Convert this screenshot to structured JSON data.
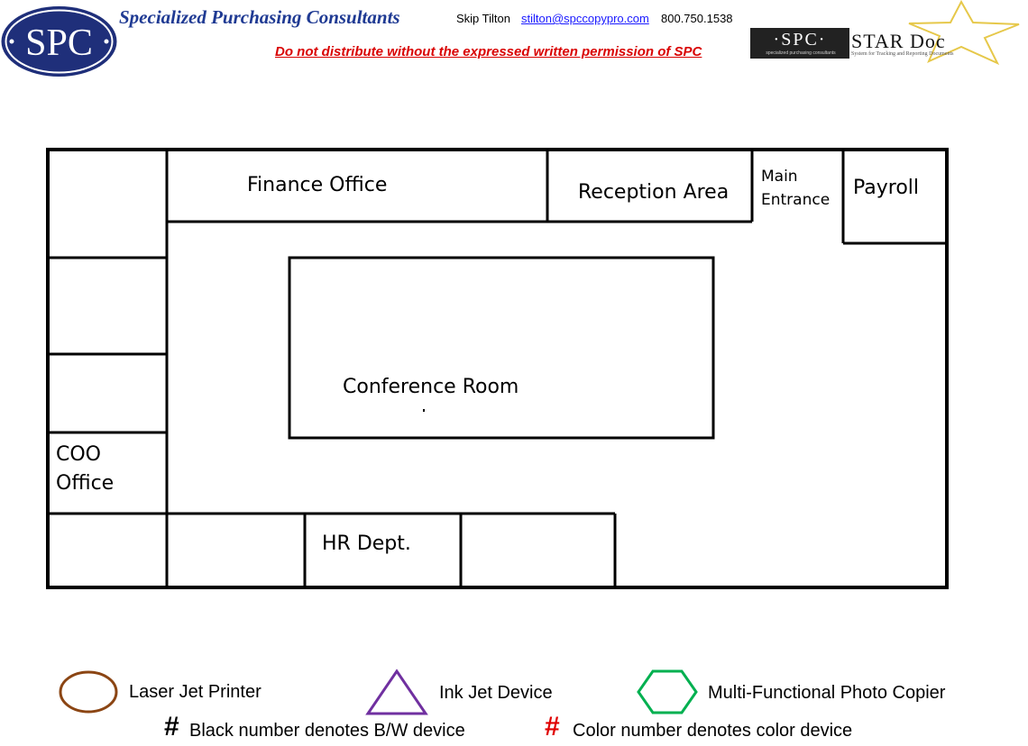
{
  "header": {
    "logo_text": "SPC",
    "company_name": "Specialized Purchasing Consultants",
    "contact_name": "Skip Tilton",
    "contact_email": "stilton@spccopypro.com",
    "contact_phone": "800.750.1538",
    "warning": "Do not distribute without the expressed written permission of SPC",
    "stardoc_left": "·SPC·",
    "stardoc_left_sub": "specialized purchasing consultants",
    "stardoc_right": "STAR Doc",
    "stardoc_right_sub": "System for Tracking and Reporting Documents"
  },
  "floor_plan": {
    "rooms": {
      "finance": "Finance Office",
      "reception": "Reception Area",
      "main_entrance_line1": "Main",
      "main_entrance_line2": "Entrance",
      "payroll": "Payroll",
      "conference": "Conference Room",
      "coo_line1": "COO",
      "coo_line2": "Office",
      "hr": "HR Dept."
    }
  },
  "legend": {
    "laser": "Laser Jet Printer",
    "inkjet": "Ink Jet Device",
    "mfp": "Multi-Functional Photo Copier",
    "hash_symbol": "#",
    "bw_note": "Black number denotes B/W device",
    "color_note": "Color number denotes color device",
    "colors": {
      "laser": "#8b4513",
      "inkjet": "#7030a0",
      "mfp": "#00b050",
      "color_hash": "#e00000"
    }
  }
}
